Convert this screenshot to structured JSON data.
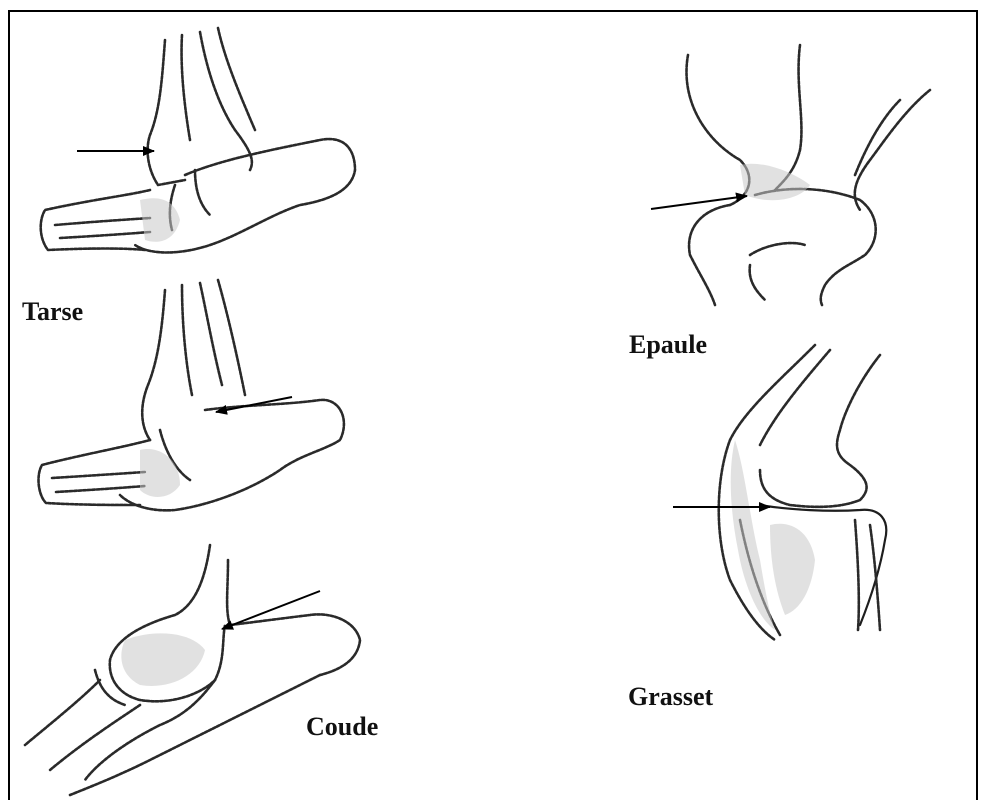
{
  "labels": {
    "tarse": "Tarse",
    "epaule": "Epaule",
    "coude": "Coude",
    "grasset": "Grasset"
  },
  "colors": {
    "ink": "#2a2a2a",
    "background": "#ffffff",
    "border": "#000000"
  }
}
